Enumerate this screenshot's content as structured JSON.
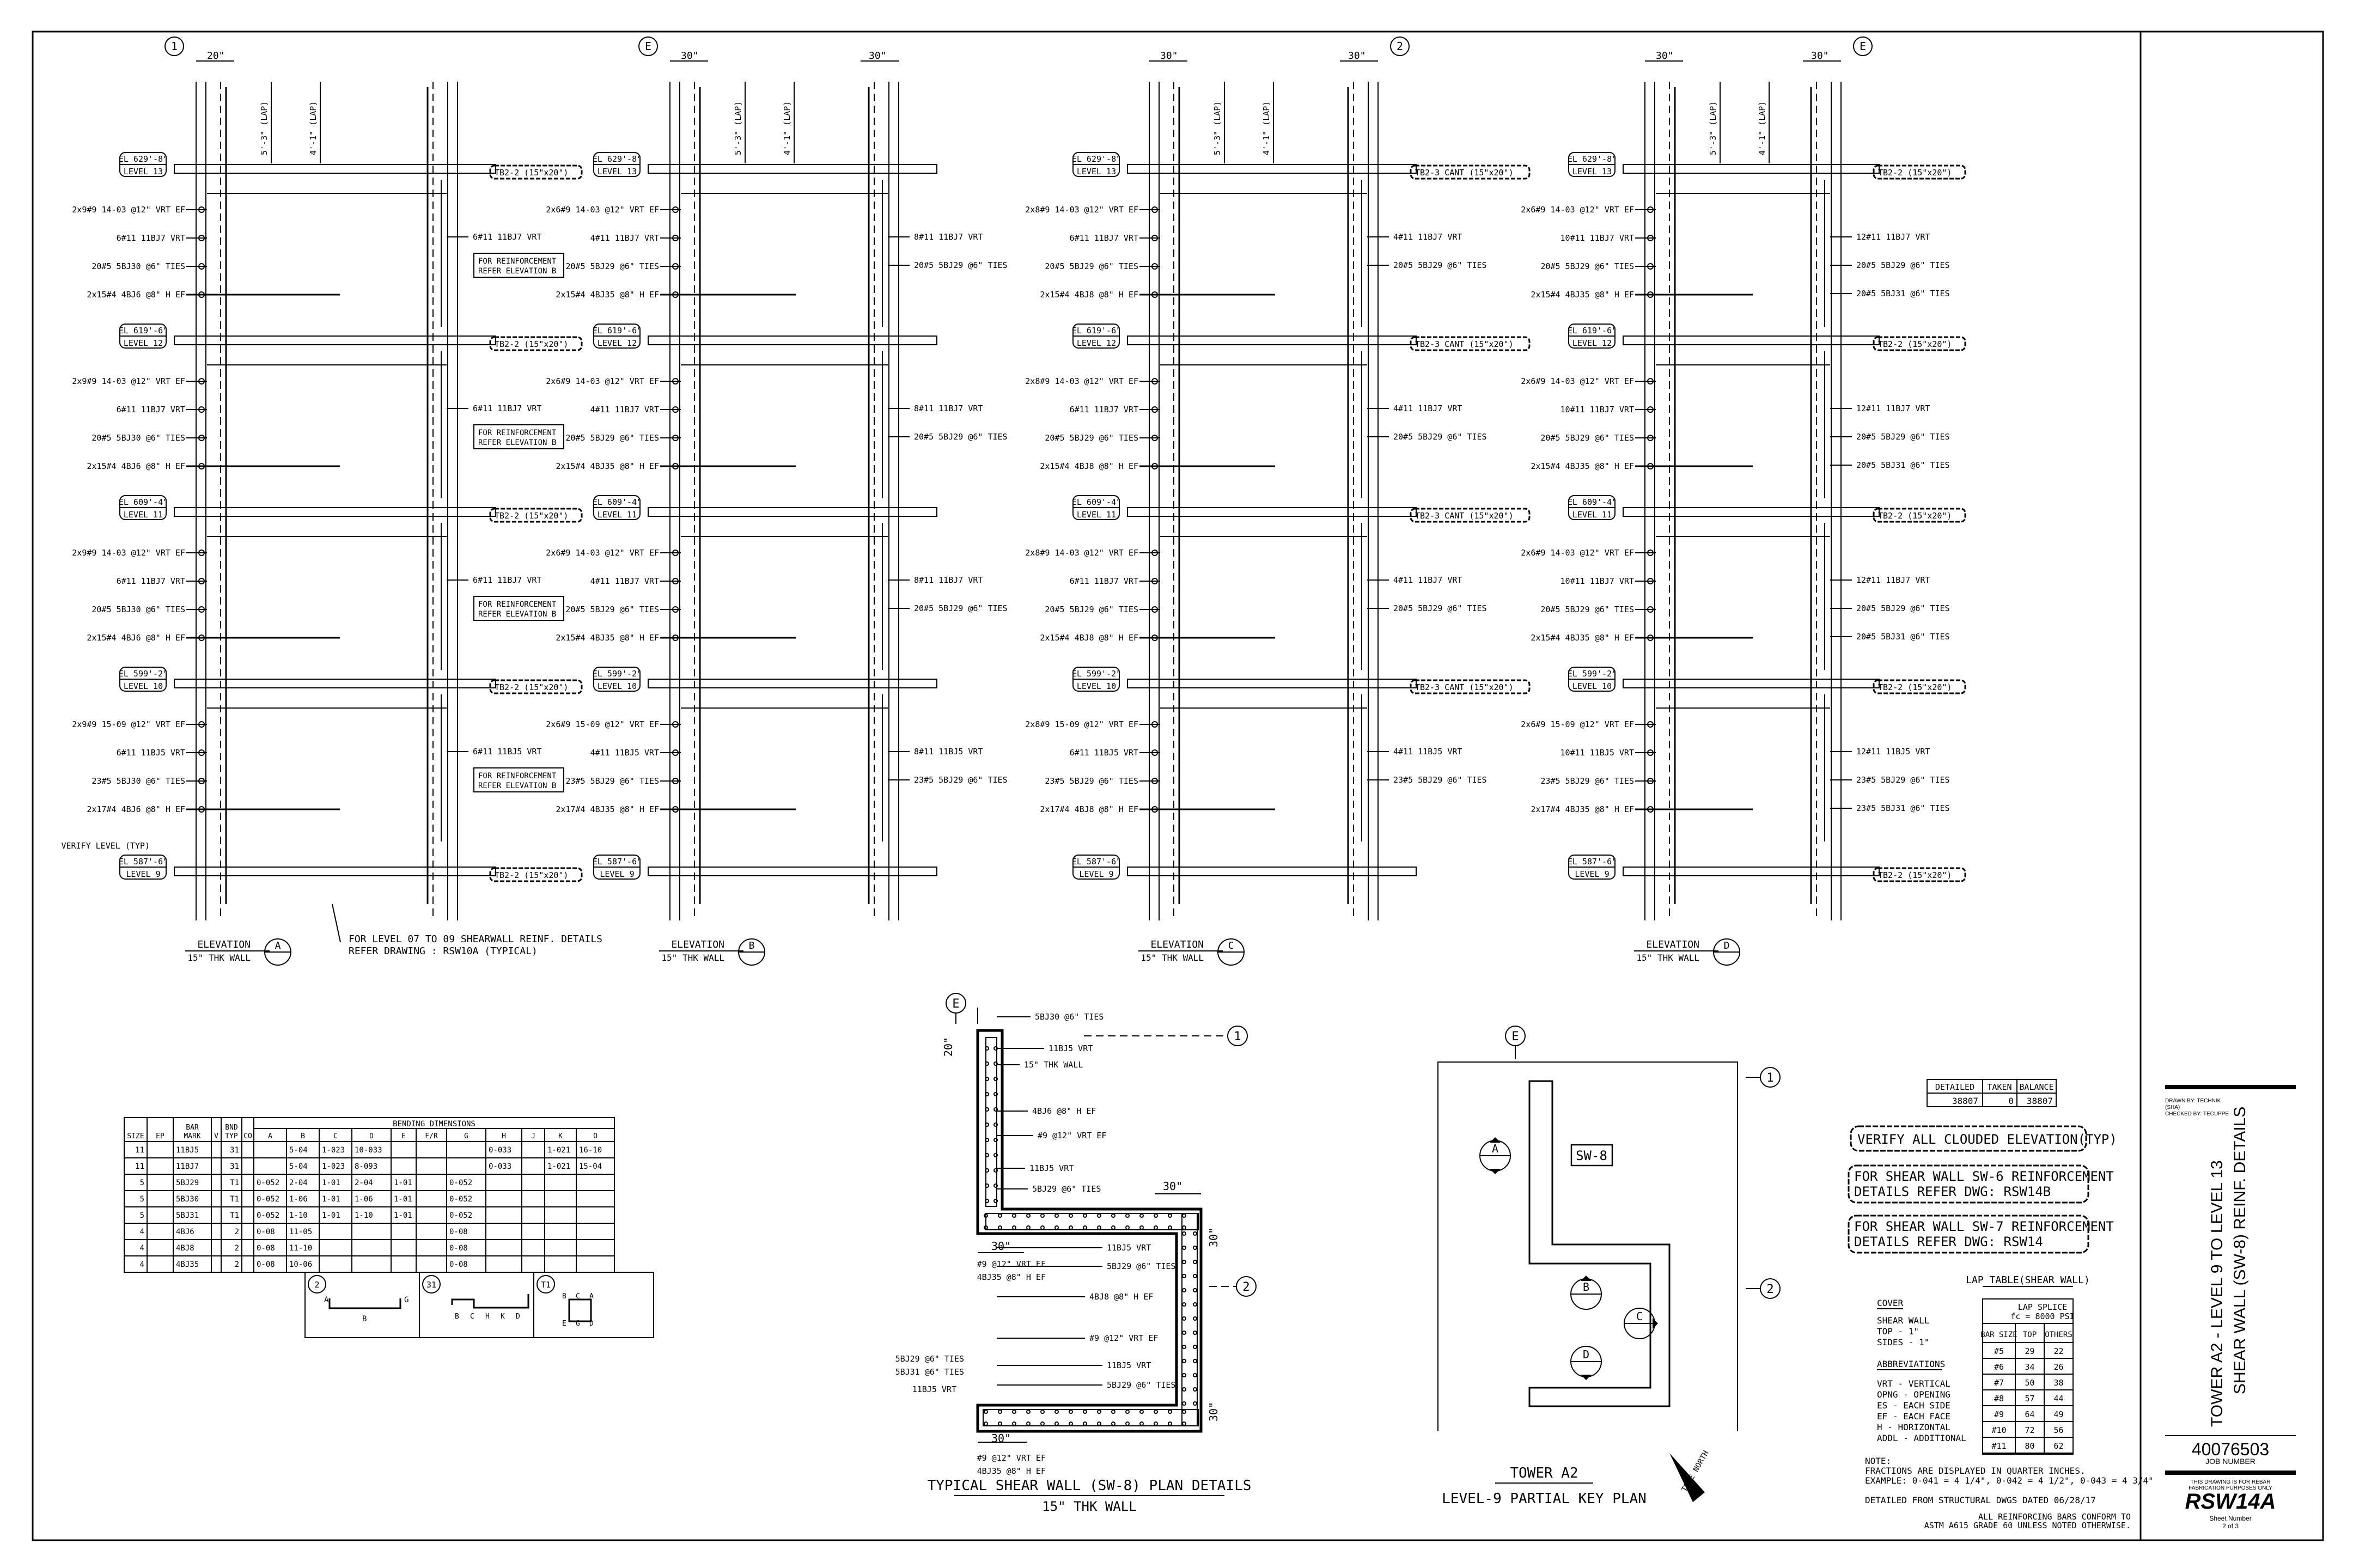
{
  "elevations": [
    {
      "id": "A",
      "grid_left": "1",
      "grid_right": "",
      "top_dims": [
        "20\""
      ],
      "lap_labels": [
        "5'-3\" (LAP)",
        "4'-1\" (LAP)"
      ],
      "title": "ELEVATION",
      "subtitle": "15\" THK WALL",
      "tag": "A",
      "levels": [
        {
          "el": "EL 629'-8\"",
          "name": "LEVEL 13",
          "beam": "TB2-2 (15\"x20\")",
          "left": [
            "2x9#9 14-03 @12\" VRT EF",
            "6#11 11BJ7 VRT",
            "20#5 5BJ30 @6\" TIES",
            "2x15#4 4BJ6 @8\" H EF"
          ],
          "right": [
            "6#11 11BJ7 VRT"
          ],
          "note": [
            "FOR REINFORCEMENT",
            "REFER ELEVATION B"
          ]
        },
        {
          "el": "EL 619'-6\"",
          "name": "LEVEL 12",
          "beam": "TB2-2 (15\"x20\")",
          "left": [
            "2x9#9 14-03 @12\" VRT EF",
            "6#11 11BJ7 VRT",
            "20#5 5BJ30 @6\" TIES",
            "2x15#4 4BJ6 @8\" H EF"
          ],
          "right": [
            "6#11 11BJ7 VRT"
          ],
          "note": [
            "FOR REINFORCEMENT",
            "REFER ELEVATION B"
          ]
        },
        {
          "el": "EL 609'-4\"",
          "name": "LEVEL 11",
          "beam": "TB2-2 (15\"x20\")",
          "left": [
            "2x9#9 14-03 @12\" VRT EF",
            "6#11 11BJ7 VRT",
            "20#5 5BJ30 @6\" TIES",
            "2x15#4 4BJ6 @8\" H EF"
          ],
          "right": [
            "6#11 11BJ7 VRT"
          ],
          "note": [
            "FOR REINFORCEMENT",
            "REFER ELEVATION B"
          ]
        },
        {
          "el": "EL 599'-2\"",
          "name": "LEVEL 10",
          "beam": "TB2-2 (15\"x20\")",
          "left": [
            "2x9#9 15-09 @12\" VRT EF",
            "6#11 11BJ5 VRT",
            "23#5 5BJ30 @6\" TIES",
            "2x17#4 4BJ6 @8\" H EF"
          ],
          "right": [
            "6#11 11BJ5 VRT"
          ],
          "note": [
            "FOR REINFORCEMENT",
            "REFER ELEVATION B"
          ]
        },
        {
          "el": "EL 587'-6\"",
          "name": "LEVEL 9",
          "beam": "TB2-2 (15\"x20\")",
          "left": [],
          "right": [],
          "note": []
        }
      ],
      "extra": "VERIFY LEVEL (TYP)",
      "callout": [
        "FOR LEVEL 07 TO 09 SHEARWALL REINF. DETAILS",
        "REFER DRAWING : RSW10A (TYPICAL)"
      ]
    },
    {
      "id": "B",
      "grid_left": "E",
      "grid_right": "",
      "top_dims": [
        "30\"",
        "30\""
      ],
      "lap_labels": [
        "5'-3\" (LAP)",
        "4'-1\" (LAP)"
      ],
      "title": "ELEVATION",
      "subtitle": "15\" THK WALL",
      "tag": "B",
      "levels": [
        {
          "el": "EL 629'-8\"",
          "name": "LEVEL 13",
          "beam": "",
          "left": [
            "2x6#9 14-03 @12\" VRT EF",
            "4#11 11BJ7 VRT",
            "20#5 5BJ29 @6\" TIES",
            "2x15#4 4BJ35 @8\" H EF"
          ],
          "right": [
            "8#11 11BJ7 VRT",
            "20#5 5BJ29 @6\" TIES"
          ],
          "note": []
        },
        {
          "el": "EL 619'-6\"",
          "name": "LEVEL 12",
          "beam": "",
          "left": [
            "2x6#9 14-03 @12\" VRT EF",
            "4#11 11BJ7 VRT",
            "20#5 5BJ29 @6\" TIES",
            "2x15#4 4BJ35 @8\" H EF"
          ],
          "right": [
            "8#11 11BJ7 VRT",
            "20#5 5BJ29 @6\" TIES"
          ],
          "note": []
        },
        {
          "el": "EL 609'-4\"",
          "name": "LEVEL 11",
          "beam": "",
          "left": [
            "2x6#9 14-03 @12\" VRT EF",
            "4#11 11BJ7 VRT",
            "20#5 5BJ29 @6\" TIES",
            "2x15#4 4BJ35 @8\" H EF"
          ],
          "right": [
            "8#11 11BJ7 VRT",
            "20#5 5BJ29 @6\" TIES"
          ],
          "note": []
        },
        {
          "el": "EL 599'-2\"",
          "name": "LEVEL 10",
          "beam": "",
          "left": [
            "2x6#9 15-09 @12\" VRT EF",
            "4#11 11BJ5 VRT",
            "23#5 5BJ29 @6\" TIES",
            "2x17#4 4BJ35 @8\" H EF"
          ],
          "right": [
            "8#11 11BJ5 VRT",
            "23#5 5BJ29 @6\" TIES"
          ],
          "note": []
        },
        {
          "el": "EL 587'-6\"",
          "name": "LEVEL 9",
          "beam": "",
          "left": [],
          "right": [],
          "note": []
        }
      ],
      "extra": "",
      "callout": []
    },
    {
      "id": "C",
      "grid_left": "",
      "grid_right": "2",
      "top_dims": [
        "30\"",
        "30\""
      ],
      "lap_labels": [
        "5'-3\" (LAP)",
        "4'-1\" (LAP)"
      ],
      "title": "ELEVATION",
      "subtitle": "15\" THK WALL",
      "tag": "C",
      "levels": [
        {
          "el": "EL 629'-8\"",
          "name": "LEVEL 13",
          "beam": "TB2-3 CANT (15\"x20\")",
          "left": [
            "2x8#9 14-03 @12\" VRT EF",
            "6#11 11BJ7 VRT",
            "20#5 5BJ29 @6\" TIES",
            "2x15#4 4BJ8 @8\" H EF"
          ],
          "right": [
            "4#11 11BJ7 VRT",
            "20#5 5BJ29 @6\" TIES"
          ],
          "note": []
        },
        {
          "el": "EL 619'-6\"",
          "name": "LEVEL 12",
          "beam": "TB2-3 CANT (15\"x20\")",
          "left": [
            "2x8#9 14-03 @12\" VRT EF",
            "6#11 11BJ7 VRT",
            "20#5 5BJ29 @6\" TIES",
            "2x15#4 4BJ8 @8\" H EF"
          ],
          "right": [
            "4#11 11BJ7 VRT",
            "20#5 5BJ29 @6\" TIES"
          ],
          "note": []
        },
        {
          "el": "EL 609'-4\"",
          "name": "LEVEL 11",
          "beam": "TB2-3 CANT (15\"x20\")",
          "left": [
            "2x8#9 14-03 @12\" VRT EF",
            "6#11 11BJ7 VRT",
            "20#5 5BJ29 @6\" TIES",
            "2x15#4 4BJ8 @8\" H EF"
          ],
          "right": [
            "4#11 11BJ7 VRT",
            "20#5 5BJ29 @6\" TIES"
          ],
          "note": []
        },
        {
          "el": "EL 599'-2\"",
          "name": "LEVEL 10",
          "beam": "TB2-3 CANT (15\"x20\")",
          "left": [
            "2x8#9 15-09 @12\" VRT EF",
            "6#11 11BJ5 VRT",
            "23#5 5BJ29 @6\" TIES",
            "2x17#4 4BJ8 @8\" H EF"
          ],
          "right": [
            "4#11 11BJ5 VRT",
            "23#5 5BJ29 @6\" TIES"
          ],
          "note": []
        },
        {
          "el": "EL 587'-6\"",
          "name": "LEVEL 9",
          "beam": "",
          "left": [],
          "right": [],
          "note": []
        }
      ],
      "extra": "",
      "callout": []
    },
    {
      "id": "D",
      "grid_left": "",
      "grid_right": "E",
      "top_dims": [
        "30\"",
        "30\""
      ],
      "lap_labels": [
        "5'-3\" (LAP)",
        "4'-1\" (LAP)"
      ],
      "title": "ELEVATION",
      "subtitle": "15\" THK WALL",
      "tag": "D",
      "levels": [
        {
          "el": "EL 629'-8\"",
          "name": "LEVEL 13",
          "beam": "TB2-2 (15\"x20\")",
          "left": [
            "2x6#9 14-03 @12\" VRT EF",
            "10#11 11BJ7 VRT",
            "20#5 5BJ29 @6\" TIES",
            "2x15#4 4BJ35 @8\" H EF"
          ],
          "right": [
            "12#11 11BJ7 VRT",
            "20#5 5BJ29 @6\" TIES",
            "20#5 5BJ31 @6\" TIES"
          ],
          "note": []
        },
        {
          "el": "EL 619'-6\"",
          "name": "LEVEL 12",
          "beam": "TB2-2 (15\"x20\")",
          "left": [
            "2x6#9 14-03 @12\" VRT EF",
            "10#11 11BJ7 VRT",
            "20#5 5BJ29 @6\" TIES",
            "2x15#4 4BJ35 @8\" H EF"
          ],
          "right": [
            "12#11 11BJ7 VRT",
            "20#5 5BJ29 @6\" TIES",
            "20#5 5BJ31 @6\" TIES"
          ],
          "note": []
        },
        {
          "el": "EL 609'-4\"",
          "name": "LEVEL 11",
          "beam": "TB2-2 (15\"x20\")",
          "left": [
            "2x6#9 14-03 @12\" VRT EF",
            "10#11 11BJ7 VRT",
            "20#5 5BJ29 @6\" TIES",
            "2x15#4 4BJ35 @8\" H EF"
          ],
          "right": [
            "12#11 11BJ7 VRT",
            "20#5 5BJ29 @6\" TIES",
            "20#5 5BJ31 @6\" TIES"
          ],
          "note": []
        },
        {
          "el": "EL 599'-2\"",
          "name": "LEVEL 10",
          "beam": "TB2-2 (15\"x20\")",
          "left": [
            "2x6#9 15-09 @12\" VRT EF",
            "10#11 11BJ5 VRT",
            "23#5 5BJ29 @6\" TIES",
            "2x17#4 4BJ35 @8\" H EF"
          ],
          "right": [
            "12#11 11BJ5 VRT",
            "23#5 5BJ29 @6\" TIES",
            "23#5 5BJ31 @6\" TIES"
          ],
          "note": []
        },
        {
          "el": "EL 587'-6\"",
          "name": "LEVEL 9",
          "beam": "TB2-2 (15\"x20\")",
          "left": [],
          "right": [],
          "note": []
        }
      ],
      "extra": "",
      "callout": []
    }
  ],
  "bending_schedule": {
    "group_header": "BENDING DIMENSIONS",
    "headers": [
      "SIZE",
      "EP",
      "BAR MARK",
      "V",
      "BND TYP",
      "CO",
      "A",
      "B",
      "C",
      "D",
      "E",
      "F/R",
      "G",
      "H",
      "J",
      "K",
      "O"
    ],
    "rows": [
      [
        "11",
        "",
        "11BJ5",
        "",
        "31",
        "",
        "",
        "5-04",
        "1-023",
        "10-033",
        "",
        "",
        "",
        "0-033",
        "",
        "1-021",
        "16-10"
      ],
      [
        "11",
        "",
        "11BJ7",
        "",
        "31",
        "",
        "",
        "5-04",
        "1-023",
        "8-093",
        "",
        "",
        "",
        "0-033",
        "",
        "1-021",
        "15-04"
      ],
      [
        "5",
        "",
        "5BJ29",
        "",
        "T1",
        "",
        "0-052",
        "2-04",
        "1-01",
        "2-04",
        "1-01",
        "",
        "0-052",
        "",
        "",
        "",
        ""
      ],
      [
        "5",
        "",
        "5BJ30",
        "",
        "T1",
        "",
        "0-052",
        "1-06",
        "1-01",
        "1-06",
        "1-01",
        "",
        "0-052",
        "",
        "",
        "",
        ""
      ],
      [
        "5",
        "",
        "5BJ31",
        "",
        "T1",
        "",
        "0-052",
        "1-10",
        "1-01",
        "1-10",
        "1-01",
        "",
        "0-052",
        "",
        "",
        "",
        ""
      ],
      [
        "4",
        "",
        "4BJ6",
        "",
        "2",
        "",
        "0-08",
        "11-05",
        "",
        "",
        "",
        "",
        "0-08",
        "",
        "",
        "",
        ""
      ],
      [
        "4",
        "",
        "4BJ8",
        "",
        "2",
        "",
        "0-08",
        "11-10",
        "",
        "",
        "",
        "",
        "0-08",
        "",
        "",
        "",
        ""
      ],
      [
        "4",
        "",
        "4BJ35",
        "",
        "2",
        "",
        "0-08",
        "10-06",
        "",
        "",
        "",
        "",
        "0-08",
        "",
        "",
        "",
        ""
      ]
    ],
    "shapes": [
      {
        "tag": "2",
        "labels": [
          "A",
          "B",
          "G"
        ]
      },
      {
        "tag": "31",
        "labels": [
          "B",
          "C",
          "H",
          "K",
          "D"
        ]
      },
      {
        "tag": "T1",
        "labels": [
          "B",
          "C",
          "A",
          "E",
          "G",
          "D"
        ]
      }
    ]
  },
  "plan": {
    "grid_top": "E",
    "grid_1": "1",
    "grid_2": "2",
    "title": "TYPICAL SHEAR WALL (SW-8) PLAN DETAILS",
    "subtitle": "15\" THK WALL",
    "labels_right": [
      "5BJ30 @6\" TIES",
      "11BJ5 VRT",
      "15\" THK WALL",
      "4BJ6 @8\" H EF",
      "#9 @12\" VRT EF",
      "11BJ5 VRT",
      "5BJ29 @6\" TIES",
      "11BJ5 VRT",
      "5BJ29 @6\" TIES",
      "4BJ8 @8\" H EF",
      "#9 @12\" VRT EF",
      "11BJ5 VRT",
      "5BJ29 @6\" TIES"
    ],
    "labels_left": [
      "#9 @12\" VRT EF",
      "4BJ35 @8\" H EF",
      "5BJ29 @6\" TIES",
      "5BJ31 @6\" TIES",
      "11BJ5 VRT",
      "#9 @12\" VRT EF",
      "4BJ35 @8\" H EF"
    ],
    "dims": [
      "20\"",
      "30\"",
      "30\"",
      "30\"",
      "30\"",
      "30\""
    ]
  },
  "keyplan": {
    "grid_top": "E",
    "grid_1": "1",
    "grid_2": "2",
    "wall": "SW-8",
    "tags": [
      "A",
      "B",
      "C",
      "D"
    ],
    "title": "TOWER A2",
    "subtitle": "LEVEL-9 PARTIAL KEY PLAN",
    "north": "TRUE NORTH"
  },
  "tonnage": {
    "headers": [
      "DETAILED",
      "TAKEN",
      "BALANCE"
    ],
    "values": [
      "38807",
      "0",
      "38807"
    ]
  },
  "notes_clouded": {
    "verify": "VERIFY ALL CLOUDED ELEVATION(TYP)",
    "sw6": [
      "FOR SHEAR WALL SW-6 REINFORCEMENT",
      "DETAILS REFER DWG: RSW14B"
    ],
    "sw7": [
      "FOR SHEAR WALL SW-7 REINFORCEMENT",
      "DETAILS REFER DWG: RSW14"
    ]
  },
  "cover": {
    "title": "COVER",
    "lines": [
      "SHEAR WALL",
      "TOP    -  1\"",
      "SIDES  -  1\""
    ],
    "abbr_title": "ABBREVIATIONS",
    "abbr": [
      "VRT   -  VERTICAL",
      "OPNG  -  OPENING",
      "ES    -  EACH SIDE",
      "EF    -  EACH FACE",
      "H     -  HORIZONTAL",
      "ADDL  -  ADDITIONAL"
    ]
  },
  "lap_table": {
    "title": "LAP TABLE(SHEAR WALL)",
    "spec": [
      "LAP SPLICE",
      "fc = 8000 PSI"
    ],
    "headers": [
      "BAR SIZE",
      "TOP",
      "OTHERS"
    ],
    "rows": [
      [
        "#5",
        "29",
        "22"
      ],
      [
        "#6",
        "34",
        "26"
      ],
      [
        "#7",
        "50",
        "38"
      ],
      [
        "#8",
        "57",
        "44"
      ],
      [
        "#9",
        "64",
        "49"
      ],
      [
        "#10",
        "72",
        "56"
      ],
      [
        "#11",
        "80",
        "62"
      ]
    ]
  },
  "footnotes": {
    "note": [
      "NOTE:",
      "FRACTIONS ARE DISPLAYED IN QUARTER INCHES.",
      "EXAMPLE:  0-041 = 4 1/4\", 0-042 = 4 1/2\", 0-043 = 4 3/4\""
    ],
    "detailed": "DETAILED FROM STRUCTURAL DWGS DATED 06/28/17",
    "conform": [
      "ALL REINFORCING BARS CONFORM TO",
      "ASTM A615 GRADE 60 UNLESS NOTED OTHERWISE."
    ]
  },
  "title_block": {
    "drawn_by": [
      "DRAWN BY: TECHNIK",
      "(SHA)",
      "CHECKED BY: TECUPPE"
    ],
    "title_line1": "TOWER A2 - LEVEL 9 TO LEVEL 13",
    "title_line2": "SHEAR WALL (SW-8) REINF. DETAILS",
    "job_number": "40076503",
    "job_label": "JOB NUMBER",
    "disclaimer": [
      "THIS DRAWING IS FOR REBAR",
      "FABRICATION PURPOSES ONLY"
    ],
    "drawing_no": "RSW14A",
    "sheet_label": "Sheet Number",
    "sheet_value": "2 of 3"
  }
}
